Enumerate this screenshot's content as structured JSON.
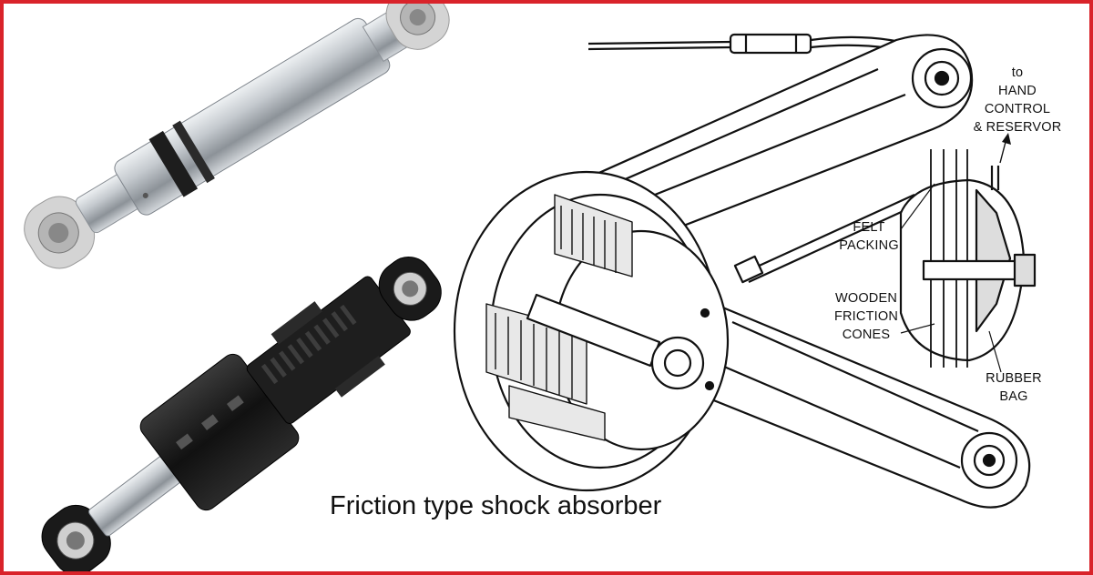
{
  "caption": "Friction type shock absorber",
  "colors": {
    "border": "#d9232a",
    "metal": "#c6cbd0",
    "black_plastic": "#1a1a1a",
    "line_art": "#111111"
  },
  "callouts": {
    "reservoir": [
      "to",
      "HAND",
      "CONTROL",
      "& RESERVOR"
    ],
    "felt": [
      "FELT",
      "PACKING"
    ],
    "wooden": [
      "WOODEN",
      "FRICTION",
      "CONES"
    ],
    "rubber": [
      "RUBBER",
      "BAG"
    ]
  },
  "images": {
    "top_left": "silver-telescopic-shock-absorber",
    "bottom_left": "black-washing-machine-shock-absorber",
    "right": "friction-shock-absorber-line-drawing"
  }
}
